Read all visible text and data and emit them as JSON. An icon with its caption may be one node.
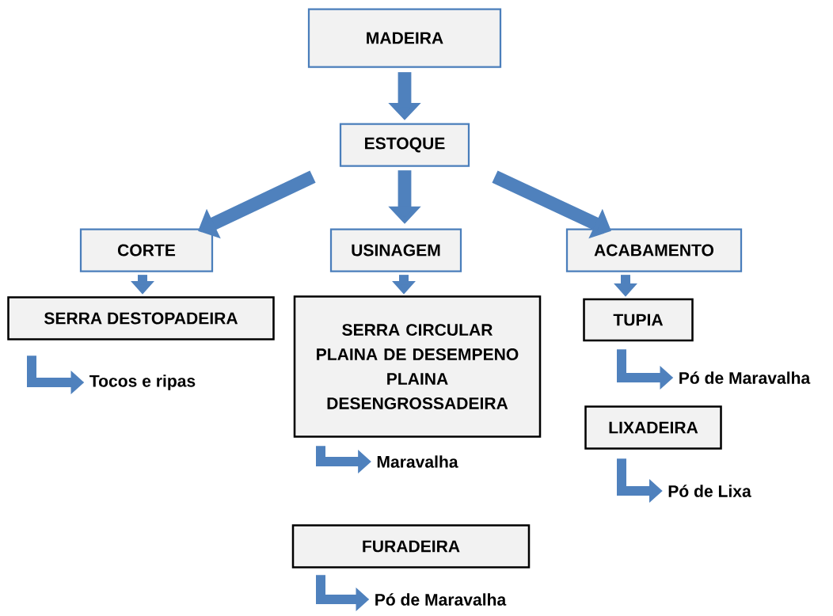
{
  "diagram": {
    "nodes": [
      {
        "text": [
          "MADEIRA"
        ]
      },
      {
        "text": [
          "ESTOQUE"
        ]
      },
      {
        "text": [
          "CORTE"
        ]
      },
      {
        "text": [
          "USINAGEM"
        ]
      },
      {
        "text": [
          "ACABAMENTO"
        ]
      },
      {
        "text": [
          "SERRA DESTOPADEIRA"
        ]
      },
      {
        "text": [
          "SERRA CIRCULAR",
          "PLAINA DE DESEMPENO",
          "PLAINA DESENGROSSADEIRA"
        ]
      },
      {
        "text": [
          "TUPIA"
        ]
      },
      {
        "text": [
          "Pó de Maravalha"
        ]
      },
      {
        "text": [
          "Tocos e ripas"
        ]
      },
      {
        "text": [
          "LIXADEIRA"
        ]
      },
      {
        "text": [
          "Maravalha"
        ]
      },
      {
        "text": [
          "Pó de Lixa"
        ]
      },
      {
        "text": [
          "FURADEIRA"
        ]
      },
      {
        "text": [
          "Pó de Maravalha"
        ]
      }
    ],
    "edges": [
      {
        "from": 0,
        "to": 1,
        "arrow": "to"
      },
      {
        "from": 1,
        "to": 2,
        "arrow": "to"
      },
      {
        "from": 1,
        "to": 3,
        "arrow": "to"
      },
      {
        "from": 1,
        "to": 4,
        "arrow": "to"
      },
      {
        "from": 2,
        "to": 5,
        "arrow": "to"
      },
      {
        "from": 3,
        "to": 6,
        "arrow": "to"
      },
      {
        "from": 4,
        "to": 7,
        "arrow": "to"
      },
      {
        "from": 5,
        "to": 9,
        "arrow": "to"
      },
      {
        "from": 6,
        "to": 11,
        "arrow": "to"
      },
      {
        "from": 7,
        "to": 8,
        "arrow": "to"
      },
      {
        "from": 10,
        "to": 12,
        "arrow": "to"
      },
      {
        "from": 13,
        "to": 14,
        "arrow": "to"
      }
    ]
  }
}
